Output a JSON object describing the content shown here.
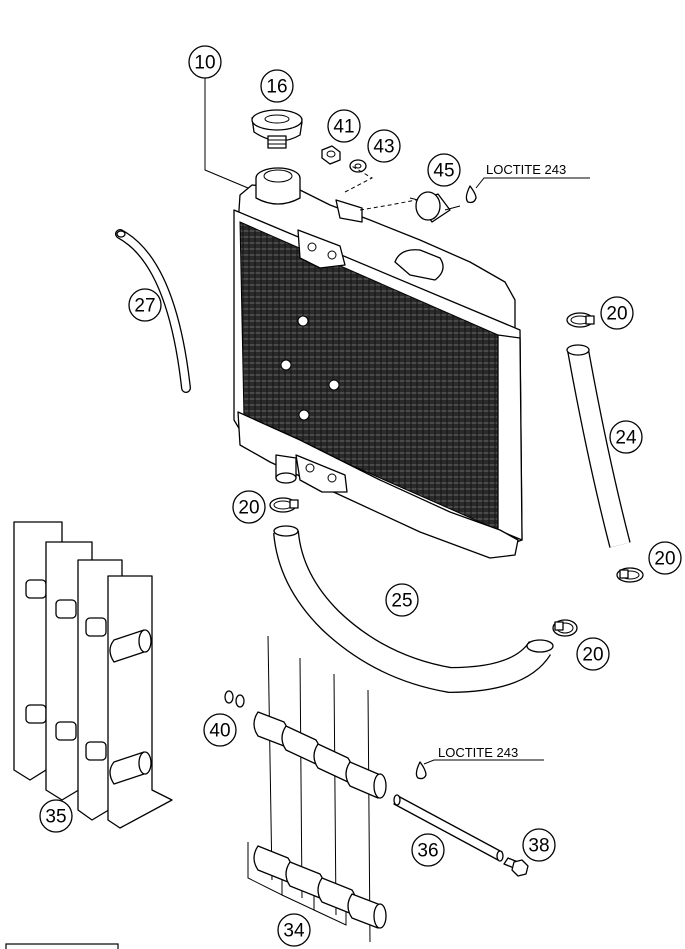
{
  "callouts": {
    "c10": "10",
    "c16": "16",
    "c41": "41",
    "c43": "43",
    "c45": "45",
    "c27": "27",
    "c20a": "20",
    "c24": "24",
    "c20b": "20",
    "c20c": "20",
    "c25": "25",
    "c20d": "20",
    "c35": "35",
    "c40": "40",
    "c36": "36",
    "c38": "38",
    "c34": "34"
  },
  "notes": {
    "loctite_top": "LOCTITE 243",
    "loctite_bottom": "LOCTITE 243"
  }
}
